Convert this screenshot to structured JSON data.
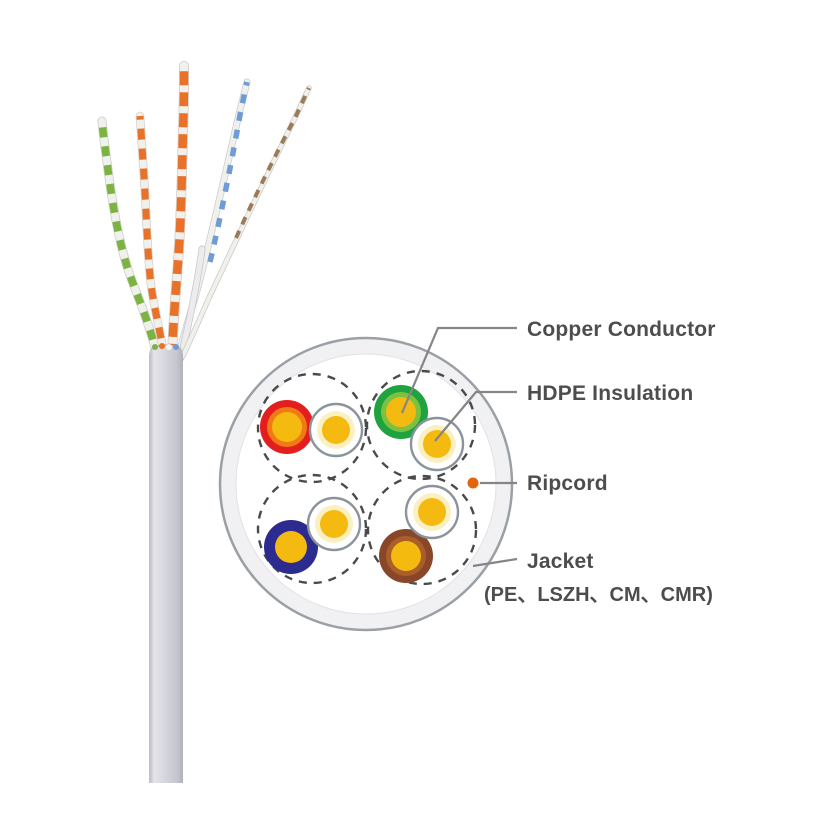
{
  "diagram": {
    "name": "utp-cable-cross-section",
    "labels": {
      "copper_conductor": "Copper Conductor",
      "hdpe_insulation": "HDPE Insulation",
      "ripcord": "Ripcord",
      "jacket": "Jacket",
      "jacket_materials": "(PE、LSZH、CM、CMR)"
    },
    "callout": {
      "line_color": "#858585",
      "text_color": "#4d4d4d"
    },
    "cross_section": {
      "outline_color": "#9aa0a6",
      "jacket_band_color": "#f1f1f4",
      "inner_fill_color": "#ffffff",
      "pair_boundary_color": "#4a4a4a",
      "copper_color": "#f5ba10",
      "insulation_stroke_color": "#8b939b",
      "insulation_halo_color": "#fbf0c2",
      "ripcord_color": "#e4650f",
      "pairs": [
        {
          "position": "top-left",
          "ring_color": "#e41e1e",
          "inner_ring_color": "#ef7a16"
        },
        {
          "position": "top-right",
          "ring_color": "#1fa33e",
          "inner_ring_color": "#7cc242"
        },
        {
          "position": "bottom-left",
          "ring_color": "#2b2b90",
          "inner_ring_color": "#2b2b90"
        },
        {
          "position": "bottom-right",
          "ring_color": "#8a4628",
          "inner_ring_color": "#aa5f2b"
        }
      ]
    },
    "cable": {
      "jacket_color": "#d2d2da",
      "wire_colors": {
        "green": "#7cb342",
        "orange": "#e8722a",
        "blue": "#6f9cd4",
        "brown": "#9a7b5a",
        "white": "#f0f0ec"
      }
    }
  }
}
